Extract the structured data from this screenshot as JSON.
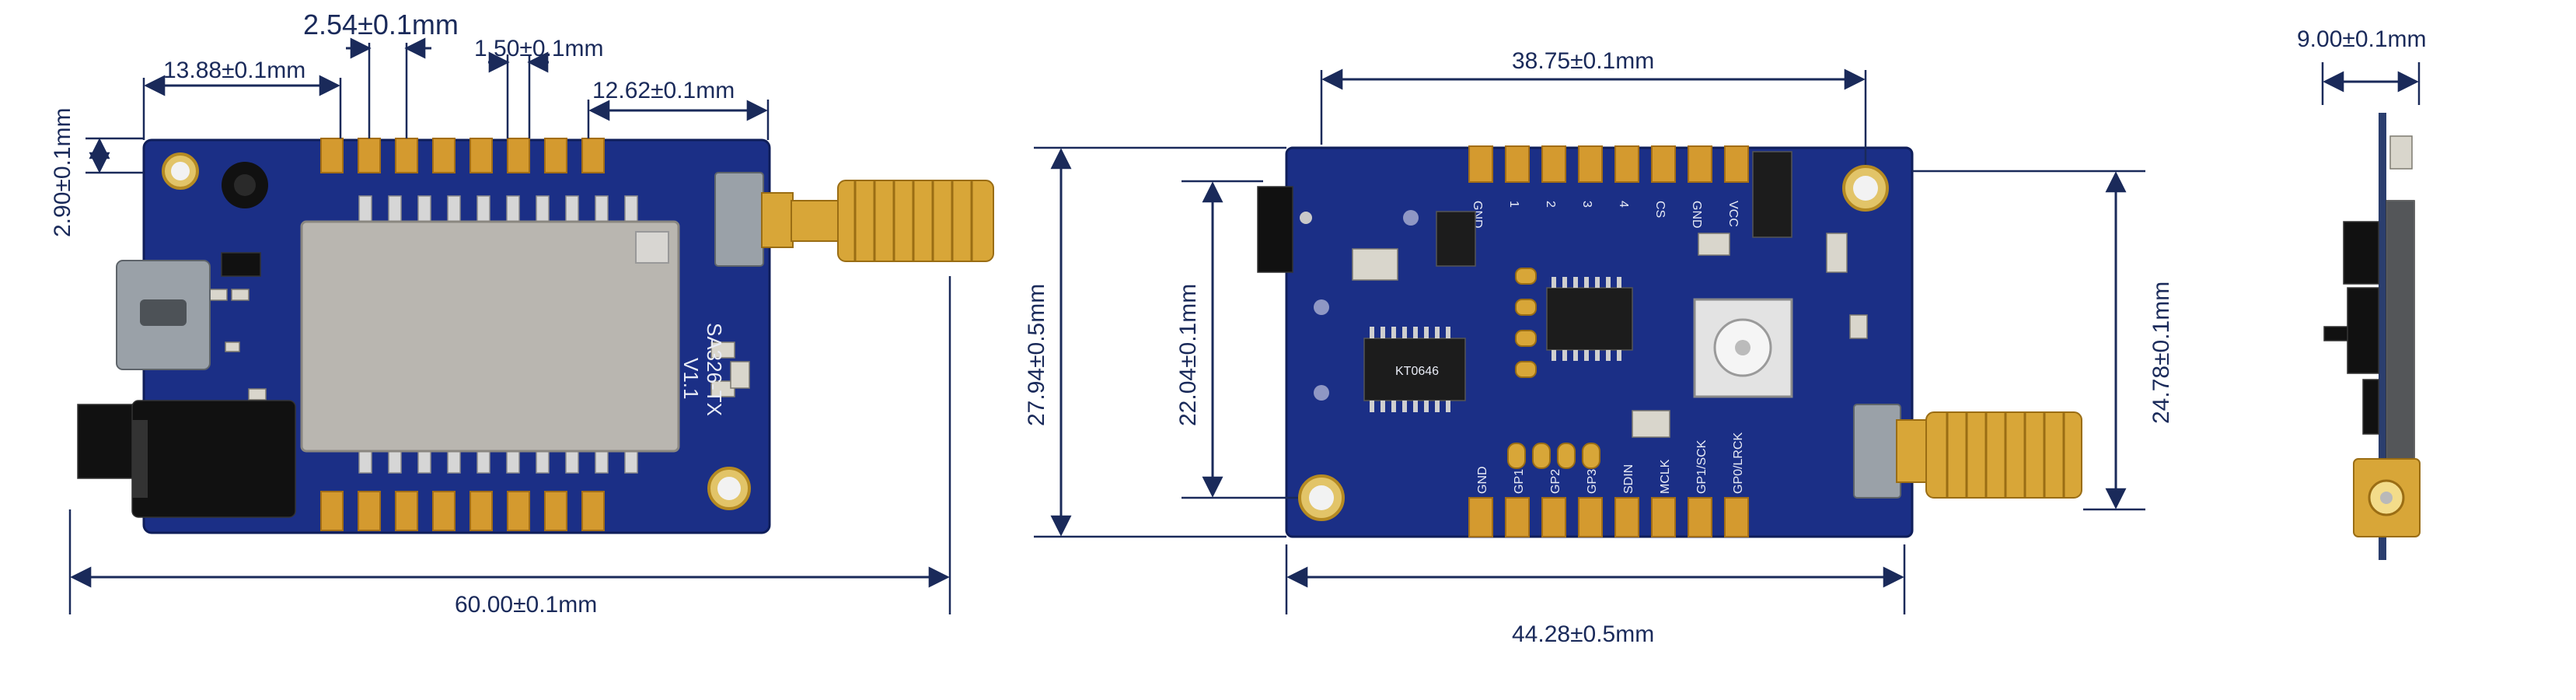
{
  "front_view": {
    "dimensions": {
      "pin_pitch": "2.54±0.1mm",
      "left_offset": "13.88±0.1mm",
      "pin_width": "1.50±0.1mm",
      "right_offset": "12.62±0.1mm",
      "edge_to_pad": "2.90±0.1mm",
      "overall_length": "60.00±0.1mm"
    },
    "silkscreen": {
      "model": "SA326-TX",
      "version": "V1.1"
    }
  },
  "back_view": {
    "dimensions": {
      "pad_span": "38.75±0.1mm",
      "board_height": "27.94±0.5mm",
      "jack_height": "22.04±0.1mm",
      "board_width": "44.28±0.5mm",
      "antenna_height": "24.78±0.1mm"
    },
    "silkscreen": {
      "top_pins": [
        "GND",
        "1",
        "2",
        "3",
        "4",
        "CS",
        "GND",
        "VCC"
      ],
      "bottom_pins": [
        "GND",
        "GP1",
        "GP2",
        "GP3",
        "SDIN",
        "MCLK",
        "GP1/SCK",
        "GP0/LRCK"
      ],
      "chip": "KT0646"
    }
  },
  "side_view": {
    "dimensions": {
      "thickness": "9.00±0.1mm"
    }
  },
  "colors": {
    "dimension_line": "#1a2a5a",
    "pcb": "#1b2f86",
    "gold": "#d8a638"
  }
}
